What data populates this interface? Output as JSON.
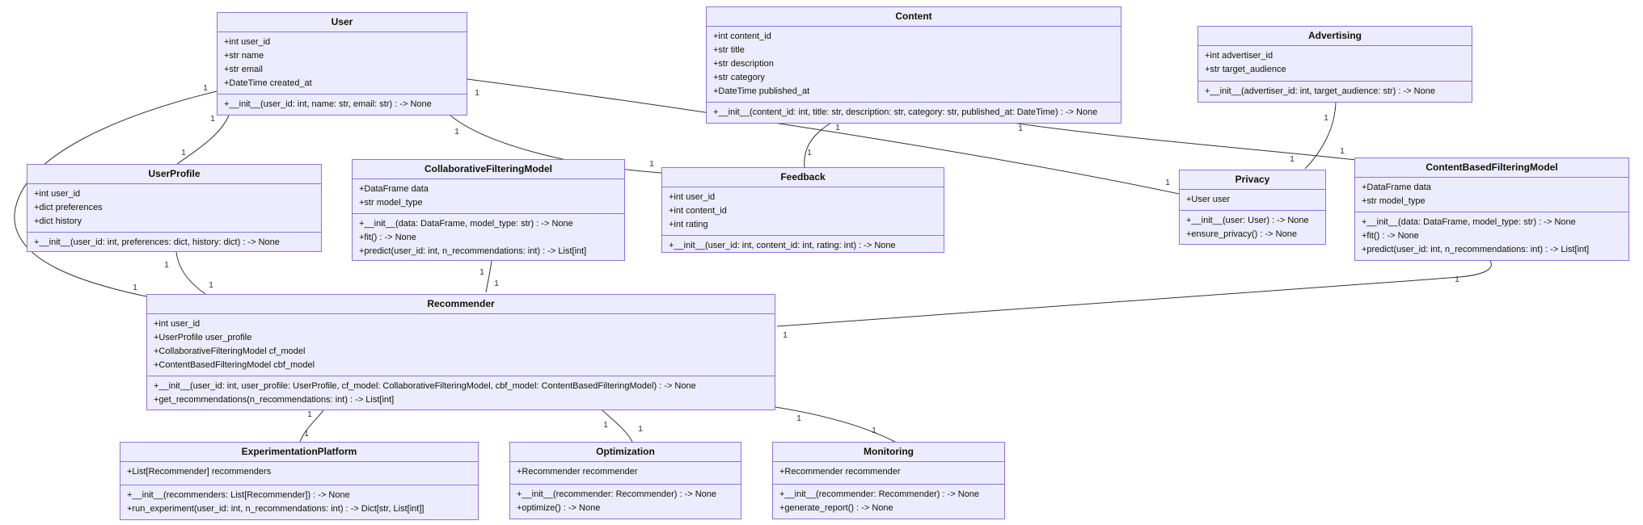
{
  "theme": {
    "node-fill": "#ECECFF",
    "node-border": "#9370DB",
    "edge-color": "#333333",
    "bg": "#FFFFFF"
  },
  "diagram_type": "uml-class-diagram",
  "classes": [
    {
      "title": "User",
      "attributes": [
        "+int user_id",
        "+str name",
        "+str email",
        "+DateTime created_at"
      ],
      "methods": [
        "+__init__(user_id: int, name: str, email: str) : -> None"
      ]
    },
    {
      "title": "Content",
      "attributes": [
        "+int content_id",
        "+str title",
        "+str description",
        "+str category",
        "+DateTime published_at"
      ],
      "methods": [
        "+__init__(content_id: int, title: str, description: str, category: str, published_at: DateTime) : -> None"
      ]
    },
    {
      "title": "Advertising",
      "attributes": [
        "+int advertiser_id",
        "+str target_audience"
      ],
      "methods": [
        "+__init__(advertiser_id: int, target_audience: str) : -> None"
      ]
    },
    {
      "title": "UserProfile",
      "attributes": [
        "+int user_id",
        "+dict preferences",
        "+dict history"
      ],
      "methods": [
        "+__init__(user_id: int, preferences: dict, history: dict) : -> None"
      ]
    },
    {
      "title": "CollaborativeFilteringModel",
      "attributes": [
        "+DataFrame data",
        "+str model_type"
      ],
      "methods": [
        "+__init__(data: DataFrame, model_type: str) : -> None",
        "+fit() : -> None",
        "+predict(user_id: int, n_recommendations: int) : -> List[int]"
      ]
    },
    {
      "title": "Feedback",
      "attributes": [
        "+int user_id",
        "+int content_id",
        "+int rating"
      ],
      "methods": [
        "+__init__(user_id: int, content_id: int, rating: int) : -> None"
      ]
    },
    {
      "title": "Privacy",
      "attributes": [
        "+User user"
      ],
      "methods": [
        "+__init__(user: User) : -> None",
        "+ensure_privacy() : -> None"
      ]
    },
    {
      "title": "ContentBasedFilteringModel",
      "attributes": [
        "+DataFrame data",
        "+str model_type"
      ],
      "methods": [
        "+__init__(data: DataFrame, model_type: str) : -> None",
        "+fit() : -> None",
        "+predict(user_id: int, n_recommendations: int) : -> List[int]"
      ]
    },
    {
      "title": "Recommender",
      "attributes": [
        "+int user_id",
        "+UserProfile user_profile",
        "+CollaborativeFilteringModel cf_model",
        "+ContentBasedFilteringModel cbf_model"
      ],
      "methods": [
        "+__init__(user_id: int, user_profile: UserProfile, cf_model: CollaborativeFilteringModel, cbf_model: ContentBasedFilteringModel) : -> None",
        "+get_recommendations(n_recommendations: int) : -> List[int]"
      ]
    },
    {
      "title": "ExperimentationPlatform",
      "attributes": [
        "+List[Recommender] recommenders"
      ],
      "methods": [
        "+__init__(recommenders: List[Recommender]) : -> None",
        "+run_experiment(user_id: int, n_recommendations: int) : -> Dict[str, List[int]]"
      ]
    },
    {
      "title": "Optimization",
      "attributes": [
        "+Recommender recommender"
      ],
      "methods": [
        "+__init__(recommender: Recommender) : -> None",
        "+optimize() : -> None"
      ]
    },
    {
      "title": "Monitoring",
      "attributes": [
        "+Recommender recommender"
      ],
      "methods": [
        "+__init__(recommender: Recommender) : -> None",
        "+generate_report() : -> None"
      ]
    }
  ],
  "relationships": [
    {
      "source": "User",
      "target": "UserProfile",
      "source_label": "1",
      "target_label": "1"
    },
    {
      "source": "User",
      "target": "Recommender",
      "source_label": "1",
      "target_label": "1"
    },
    {
      "source": "User",
      "target": "Feedback",
      "source_label": "1",
      "target_label": "1"
    },
    {
      "source": "User",
      "target": "Privacy",
      "source_label": "1",
      "target_label": "1"
    },
    {
      "source": "Content",
      "target": "Feedback",
      "source_label": "1",
      "target_label": "1"
    },
    {
      "source": "Content",
      "target": "ContentBasedFilteringModel",
      "source_label": "1",
      "target_label": "1"
    },
    {
      "source": "Advertising",
      "target": "Privacy",
      "source_label": "1",
      "target_label": "1"
    },
    {
      "source": "UserProfile",
      "target": "Recommender",
      "source_label": "1",
      "target_label": "1"
    },
    {
      "source": "CollaborativeFilteringModel",
      "target": "Recommender",
      "source_label": "1",
      "target_label": "1"
    },
    {
      "source": "ContentBasedFilteringModel",
      "target": "Recommender",
      "source_label": "1",
      "target_label": "1"
    },
    {
      "source": "Recommender",
      "target": "ExperimentationPlatform",
      "source_label": "1",
      "target_label": "1"
    },
    {
      "source": "Recommender",
      "target": "Optimization",
      "source_label": "1",
      "target_label": "1"
    },
    {
      "source": "Recommender",
      "target": "Monitoring",
      "source_label": "1",
      "target_label": "1"
    }
  ]
}
